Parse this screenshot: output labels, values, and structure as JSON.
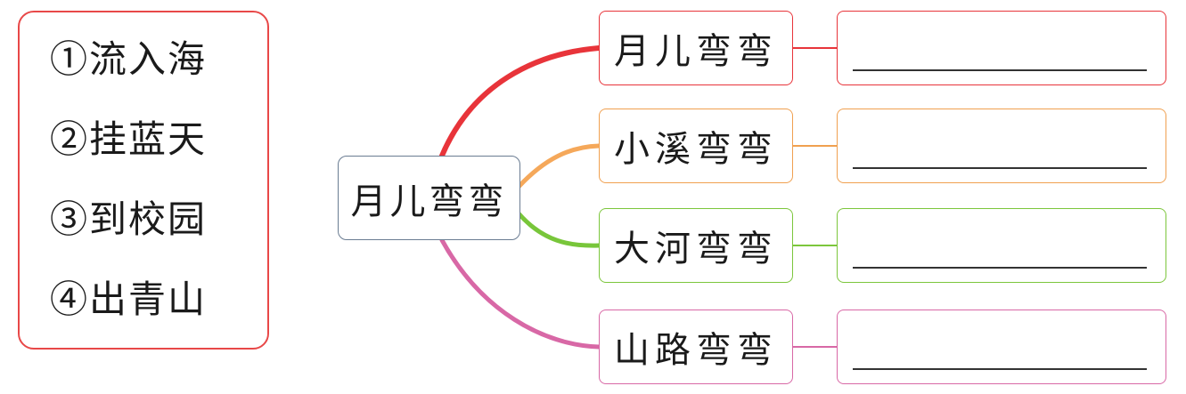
{
  "options": [
    {
      "label": "①流入海"
    },
    {
      "label": "②挂蓝天"
    },
    {
      "label": "③到校园"
    },
    {
      "label": "④出青山"
    }
  ],
  "center": {
    "label": "月儿弯弯"
  },
  "branches": [
    {
      "label": "月儿弯弯",
      "color": "#e8343a",
      "answer": ""
    },
    {
      "label": "小溪弯弯",
      "color": "#f0a050",
      "answer": ""
    },
    {
      "label": "大河弯弯",
      "color": "#7cc63c",
      "answer": ""
    },
    {
      "label": "山路弯弯",
      "color": "#d868a6",
      "answer": ""
    }
  ]
}
